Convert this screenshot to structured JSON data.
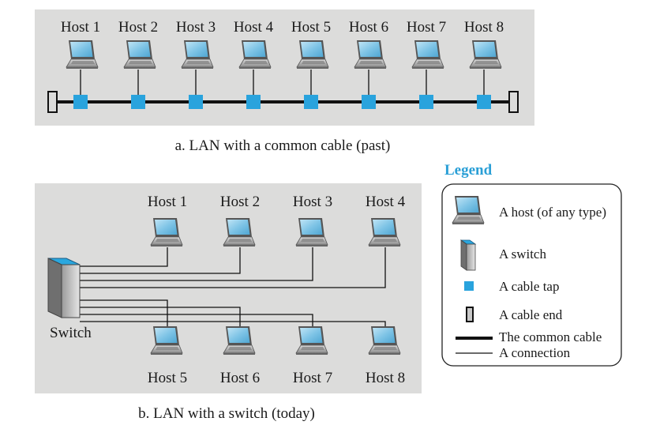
{
  "diagram_a": {
    "hosts": [
      "Host 1",
      "Host 2",
      "Host 3",
      "Host 4",
      "Host 5",
      "Host 6",
      "Host 7",
      "Host 8"
    ],
    "caption": "a. LAN with a common cable (past)"
  },
  "diagram_b": {
    "top_hosts": [
      "Host 1",
      "Host 2",
      "Host 3",
      "Host 4"
    ],
    "bottom_hosts": [
      "Host 5",
      "Host 6",
      "Host 7",
      "Host 8"
    ],
    "switch_label": "Switch",
    "caption": "b. LAN with a switch (today)"
  },
  "legend": {
    "title": "Legend",
    "items": [
      {
        "icon": "laptop-icon",
        "label": "A host (of any type)"
      },
      {
        "icon": "switch-icon",
        "label": "A switch"
      },
      {
        "icon": "cable-tap-icon",
        "label": "A cable tap"
      },
      {
        "icon": "cable-end-icon",
        "label": "A cable end"
      },
      {
        "icon": "common-cable-line",
        "label": "The common cable"
      },
      {
        "icon": "connection-line",
        "label": "A connection"
      }
    ]
  },
  "colors": {
    "panel_bg": "#dcdcdb",
    "cable_tap": "#29a3dd",
    "legend_title": "#2a9fd6",
    "screen": "#7fc4e6"
  }
}
